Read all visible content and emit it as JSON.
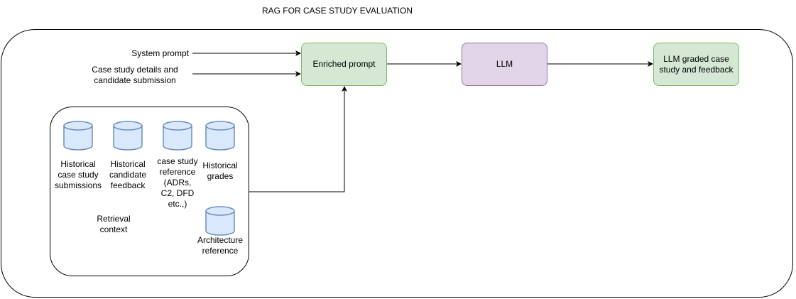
{
  "title": "RAG FOR CASE STUDY EVALUATION",
  "inputs": {
    "system_prompt": "System prompt",
    "case_study_line1": "Case study details and",
    "case_study_line2": "candidate submission"
  },
  "nodes": {
    "enriched_prompt": "Enriched prompt",
    "llm": "LLM",
    "output_line1": "LLM graded case",
    "output_line2": "study and feedback"
  },
  "retrieval": {
    "context_line1": "Retrieval",
    "context_line2": "context",
    "databases": [
      {
        "lines": [
          "Historical",
          "case study",
          "submissions"
        ]
      },
      {
        "lines": [
          "Historical",
          "candidate",
          "feedback"
        ]
      },
      {
        "lines": [
          "case study",
          "reference",
          "(ADRs,",
          "C2, DFD",
          "etc.,)"
        ]
      },
      {
        "lines": [
          "Historical",
          "grades"
        ]
      },
      {
        "lines": [
          "Architecture",
          "reference"
        ]
      }
    ]
  },
  "colors": {
    "green_fill": "#d5e8d4",
    "green_stroke": "#82b366",
    "purple_fill": "#e1d5e7",
    "purple_stroke": "#9673a6",
    "cylinder_fill": "#dae8fc",
    "cylinder_stroke": "#6c8ebf"
  }
}
